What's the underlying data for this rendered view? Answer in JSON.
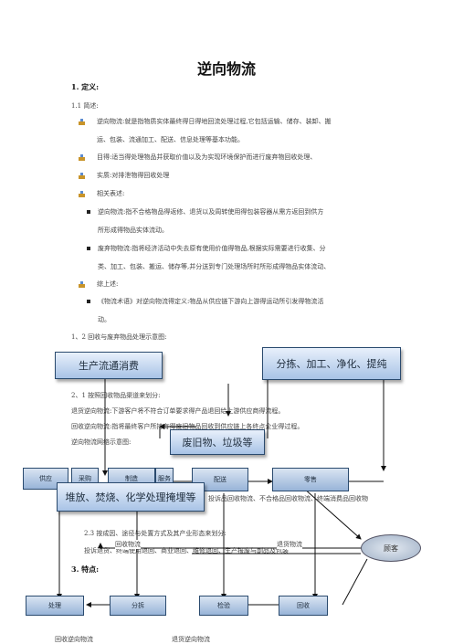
{
  "doc": {
    "title": "逆向物流",
    "s1_heading": "1.   定义:",
    "s11": "1.1 简述:",
    "b1_l1": "逆向物流:就是指物质实体最终得日得地回流处理过程,它包括运输、储存、装卸、搬",
    "b1_l2": "运、包装、流通加工、配送、信息处理等基本功能。",
    "b2": "目得:适当得处理物品并获取价值以及为实现环境保护而进行废弃物回收处理、",
    "b3": "实质:对排泄物得回收处理",
    "b4": "相关表述:",
    "sq1_l1": "逆向物流:指不合格物品得返修、退货以及周转使用得包装容器从需方返回到供方",
    "sq1_l2": "所形成得物品实体流动。",
    "sq2_l1": "废弃物物流:指将经济活动中失去原有使用价值得物品,根据实际需要进行收集、分",
    "sq2_l2": "类、加工、包装、搬运、储存等,并分送到专门处理场所时所形成得物品实体流动、",
    "b5": "综上述:",
    "sq3_l1": "《物流术语》对逆向物流得定义:物品从供应链下游向上游得运动所引发得物流活",
    "sq3_l2": "动。",
    "s12": "1、2 回收与废弃物品处理示意图:",
    "s21": "2、1 按照回收物品渠道来划分:",
    "p_return": "退货逆向物流:下游客户将不符合订单要求得产品退回给上游供应商得流程。",
    "p_recycle": "回收逆向物流:指将最终客户所持有得废旧物品回收到供应链上各终点企业得过程。",
    "p_network": "逆向物流网络示意图:",
    "p_types_tail": "投诉品回收物流、不合格品回收物流、终端消费品回收物",
    "s23": "2.3 按成因、途径与处置方式及其产业形态来划分:",
    "p_types2": "投诉退货、终端使用退回、商业退回、维修退回、生产报废与副品及包装",
    "s3_heading": "3.   特点:",
    "bottom_left": "回收逆向物流",
    "bottom_right": "退货逆向物流"
  },
  "diagram": {
    "box_production": "生产流通消费",
    "box_sorting": "分拣、加工、净化、提纯",
    "box_waste": "废旧物、垃圾等",
    "box_disposal": "堆放、焚烧、化学处理掩埋等",
    "n_supply": "供应",
    "n_buy": "采购",
    "n_make": "制造",
    "n_service": "服务",
    "n_deliver": "配送",
    "n_retail": "零售",
    "n_customer": "顾客",
    "lbl_recycle": "回收物流",
    "lbl_return": "退货物流",
    "n_process": "处理",
    "n_dismantle": "分拆",
    "n_inspect": "检验",
    "n_collect": "回收"
  },
  "colors": {
    "box_fill": "#a8c3e6",
    "box_border": "#2a4a6e",
    "bullet": "#c8942a"
  }
}
